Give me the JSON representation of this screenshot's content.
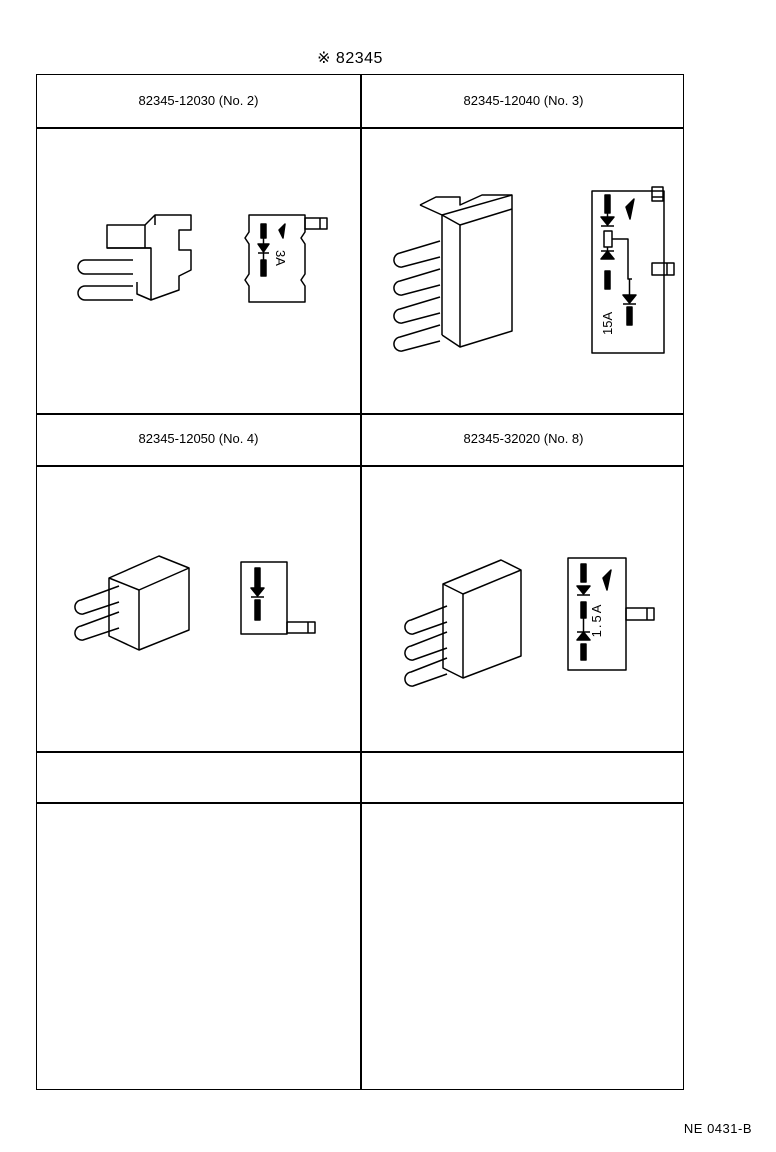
{
  "header": {
    "title": "※ 82345"
  },
  "cells": [
    {
      "part_number": "82345-12030 (No. 2)",
      "rating": "3A"
    },
    {
      "part_number": "82345-12040 (No. 3)",
      "rating": "15A"
    },
    {
      "part_number": "82345-12050 (No. 4)",
      "rating": ""
    },
    {
      "part_number": "82345-32020 (No. 8)",
      "rating": "1.5A"
    },
    {
      "part_number": "",
      "rating": ""
    },
    {
      "part_number": "",
      "rating": ""
    }
  ],
  "footer": {
    "code": "NE 0431-B"
  }
}
